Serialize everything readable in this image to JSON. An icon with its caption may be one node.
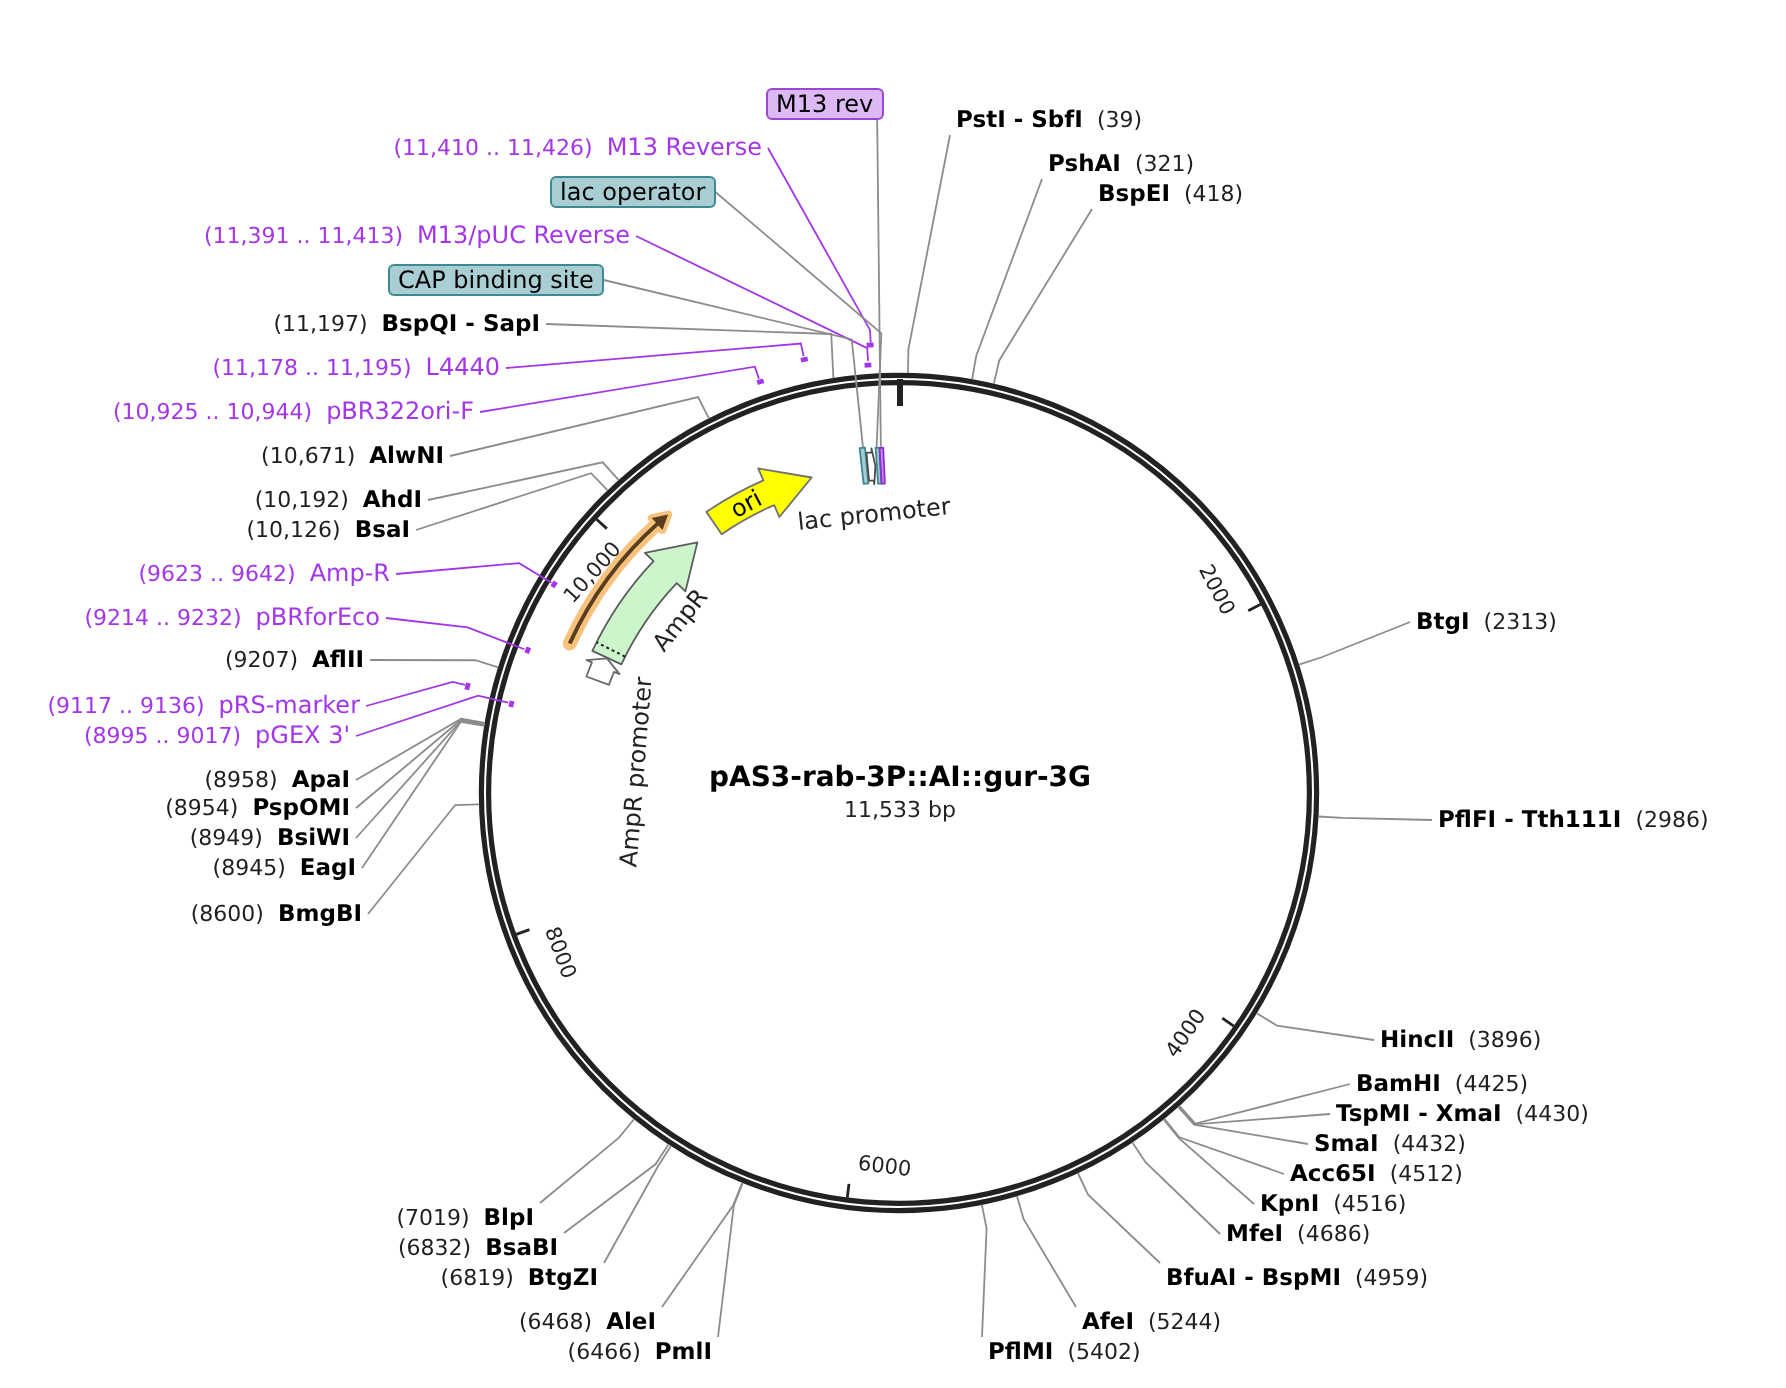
{
  "diagram": {
    "title": "pAS3-rab-3P::AI::gur-3G",
    "nodes": [
      {
        "text": [
          "M13 rev"
        ]
      },
      {
        "text": [
          "(11,410 .. 11,426)",
          "M13 Reverse"
        ]
      },
      {
        "text": [
          "lac operator"
        ]
      },
      {
        "text": [
          "(11,391 .. 11,413)",
          "M13/pUC Reverse"
        ]
      },
      {
        "text": [
          "CAP binding site"
        ]
      },
      {
        "text": [
          "(11,197)",
          "BspQI - SapI"
        ]
      },
      {
        "text": [
          "(11,178 .. 11,195)",
          "L4440"
        ]
      },
      {
        "text": [
          "(10,925 .. 10,944)",
          "pBR322ori-F"
        ]
      },
      {
        "text": [
          "(10,671)",
          "AlwNI"
        ]
      },
      {
        "text": [
          "(10,192)",
          "AhdI"
        ]
      },
      {
        "text": [
          "(10,126)",
          "BsaI"
        ]
      },
      {
        "text": [
          "(9623 .. 9642)",
          "Amp-R"
        ]
      },
      {
        "text": [
          "(9214 .. 9232)",
          "pBRforEco"
        ]
      },
      {
        "text": [
          "(9207)",
          "AflII"
        ]
      },
      {
        "text": [
          "(9117 .. 9136)",
          "pRS-marker"
        ]
      },
      {
        "text": [
          "(8995 .. 9017)",
          "pGEX 3'"
        ]
      },
      {
        "text": [
          "(8958)",
          "ApaI"
        ]
      },
      {
        "text": [
          "(8954)",
          "PspOMI"
        ]
      },
      {
        "text": [
          "(8949)",
          "BsiWI"
        ]
      },
      {
        "text": [
          "(8945)",
          "EagI"
        ]
      },
      {
        "text": [
          "(8600)",
          "BmgBI"
        ]
      },
      {
        "text": [
          "(7019)",
          "BlpI"
        ]
      },
      {
        "text": [
          "(6832)",
          "BsaBI"
        ]
      },
      {
        "text": [
          "(6819)",
          "BtgZI"
        ]
      },
      {
        "text": [
          "(6468)",
          "AleI"
        ]
      },
      {
        "text": [
          "(6466)",
          "PmlI"
        ]
      },
      {
        "text": [
          "PstI - SbfI",
          "(39)"
        ]
      },
      {
        "text": [
          "PshAI",
          "(321)"
        ]
      },
      {
        "text": [
          "BspEI",
          "(418)"
        ]
      },
      {
        "text": [
          "BtgI",
          "(2313)"
        ]
      },
      {
        "text": [
          "PflFI - Tth111I",
          "(2986)"
        ]
      },
      {
        "text": [
          "HincII",
          "(3896)"
        ]
      },
      {
        "text": [
          "BamHI",
          "(4425)"
        ]
      },
      {
        "text": [
          "TspMI - XmaI",
          "(4430)"
        ]
      },
      {
        "text": [
          "SmaI",
          "(4432)"
        ]
      },
      {
        "text": [
          "Acc65I",
          "(4512)"
        ]
      },
      {
        "text": [
          "KpnI",
          "(4516)"
        ]
      },
      {
        "text": [
          "MfeI",
          "(4686)"
        ]
      },
      {
        "text": [
          "BfuAI - BspMI",
          "(4959)"
        ]
      },
      {
        "text": [
          "AfeI",
          "(5244)"
        ]
      },
      {
        "text": [
          "PflMI",
          "(5402)"
        ]
      },
      {
        "text": [],
        "shape": "bar"
      },
      {
        "text": [],
        "shape": "arrow"
      },
      {
        "text": [],
        "shape": "bar"
      },
      {
        "text": [],
        "shape": "bar"
      },
      {
        "text": [
          "ori"
        ]
      },
      {
        "text": [],
        "shape": "arrow"
      },
      {
        "text": [],
        "shape": "arrow",
        "beside": [
          "AmpR"
        ]
      },
      {
        "text": [],
        "shape": "arrow",
        "beside": [
          "AmpR promoter"
        ]
      },
      {
        "text": [],
        "shape": "bar"
      },
      {
        "text": [],
        "shape": "bar"
      },
      {
        "text": [],
        "shape": "bar"
      },
      {
        "text": [],
        "shape": "bar"
      },
      {
        "text": [],
        "shape": "bar"
      },
      {
        "text": [],
        "shape": "bar"
      },
      {
        "text": [],
        "shape": "bar"
      },
      {
        "text": [],
        "shape": "bar"
      }
    ],
    "edges": [
      {
        "from": 0,
        "to": 44,
        "arrow": "none"
      },
      {
        "from": 1,
        "to": 49,
        "arrow": "none",
        "color": "#a335ea"
      },
      {
        "from": 2,
        "to": 43,
        "arrow": "none"
      },
      {
        "from": 3,
        "to": 50,
        "arrow": "none",
        "color": "#a335ea"
      },
      {
        "from": 4,
        "to": 41,
        "arrow": "none"
      },
      {
        "from": 5,
        "to": null,
        "arrow": "none"
      },
      {
        "from": 6,
        "to": 51,
        "arrow": "none",
        "color": "#a335ea"
      },
      {
        "from": 7,
        "to": 52,
        "arrow": "none",
        "color": "#a335ea"
      },
      {
        "from": 8,
        "to": null,
        "arrow": "none"
      },
      {
        "from": 9,
        "to": null,
        "arrow": "none"
      },
      {
        "from": 10,
        "to": null,
        "arrow": "none"
      },
      {
        "from": 11,
        "to": 53,
        "arrow": "none",
        "color": "#a335ea"
      },
      {
        "from": 12,
        "to": 54,
        "arrow": "none",
        "color": "#a335ea"
      },
      {
        "from": 13,
        "to": null,
        "arrow": "none"
      },
      {
        "from": 14,
        "to": 55,
        "arrow": "none",
        "color": "#a335ea"
      },
      {
        "from": 15,
        "to": 56,
        "arrow": "none",
        "color": "#a335ea"
      },
      {
        "from": 16,
        "to": null,
        "arrow": "none"
      },
      {
        "from": 17,
        "to": null,
        "arrow": "none"
      },
      {
        "from": 18,
        "to": null,
        "arrow": "none"
      },
      {
        "from": 19,
        "to": null,
        "arrow": "none"
      },
      {
        "from": 20,
        "to": null,
        "arrow": "none"
      },
      {
        "from": 21,
        "to": null,
        "arrow": "none"
      },
      {
        "from": 22,
        "to": null,
        "arrow": "none"
      },
      {
        "from": 23,
        "to": null,
        "arrow": "none"
      },
      {
        "from": 24,
        "to": null,
        "arrow": "none"
      },
      {
        "from": 25,
        "to": null,
        "arrow": "none"
      },
      {
        "from": 26,
        "to": null,
        "arrow": "none"
      },
      {
        "from": 27,
        "to": null,
        "arrow": "none"
      },
      {
        "from": 28,
        "to": null,
        "arrow": "none"
      },
      {
        "from": 29,
        "to": null,
        "arrow": "none"
      },
      {
        "from": 30,
        "to": null,
        "arrow": "none"
      },
      {
        "from": 31,
        "to": null,
        "arrow": "none"
      },
      {
        "from": 32,
        "to": null,
        "arrow": "none"
      },
      {
        "from": 33,
        "to": null,
        "arrow": "none"
      },
      {
        "from": 34,
        "to": null,
        "arrow": "none"
      },
      {
        "from": 35,
        "to": null,
        "arrow": "none"
      },
      {
        "from": 36,
        "to": null,
        "arrow": "none"
      },
      {
        "from": 37,
        "to": null,
        "arrow": "none"
      },
      {
        "from": 38,
        "to": null,
        "arrow": "none"
      },
      {
        "from": 39,
        "to": null,
        "arrow": "none"
      },
      {
        "from": 40,
        "to": null,
        "arrow": "none"
      }
    ],
    "labels": [
      "lac promoter",
      "2000",
      "4000",
      "6000",
      "8000",
      "10,000",
      "11,533 bp"
    ]
  }
}
